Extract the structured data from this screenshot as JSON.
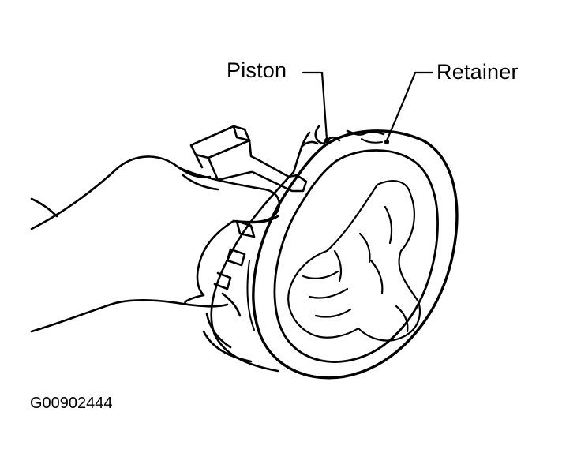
{
  "labels": {
    "piston": "Piston",
    "retainer": "Retainer"
  },
  "figure_id": "G00902444",
  "colors": {
    "ink": "#000000",
    "paper": "#ffffff"
  }
}
